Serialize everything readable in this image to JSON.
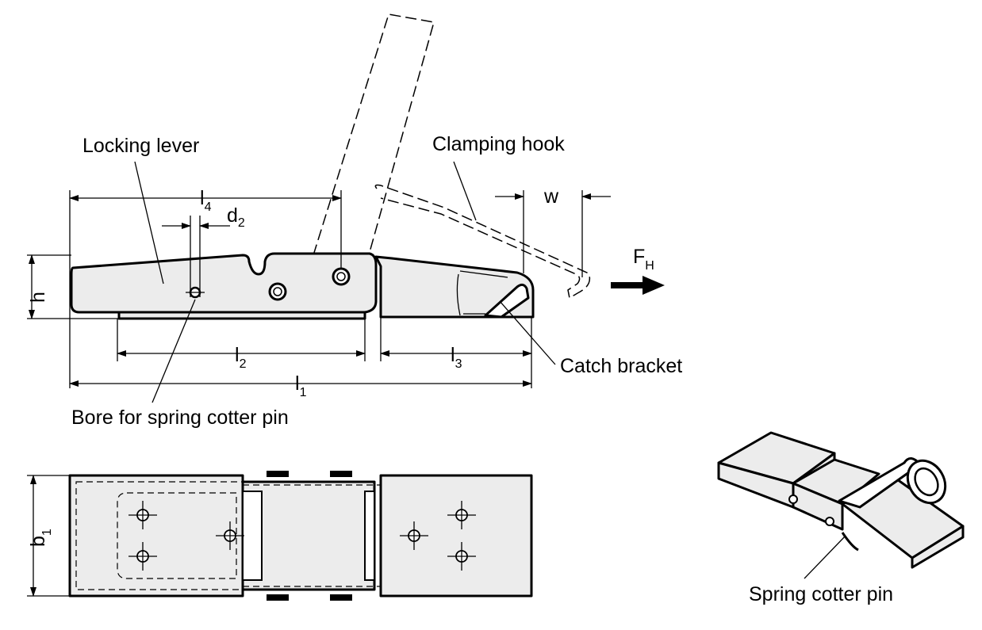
{
  "labels": {
    "locking_lever": "Locking lever",
    "clamping_hook": "Clamping hook",
    "catch_bracket": "Catch bracket",
    "bore": "Bore for spring cotter pin",
    "spring_cotter_pin": "Spring cotter pin"
  },
  "dimensions": {
    "l1": "l",
    "l1_sub": "1",
    "l2": "l",
    "l2_sub": "2",
    "l3": "l",
    "l3_sub": "3",
    "l4": "l",
    "l4_sub": "4",
    "d2": "d",
    "d2_sub": "2",
    "h": "h",
    "w": "w",
    "b1": "b",
    "b1_sub": "1",
    "fh": "F",
    "fh_sub": "H"
  },
  "colors": {
    "part_fill": "#ececec",
    "line": "#000000"
  }
}
